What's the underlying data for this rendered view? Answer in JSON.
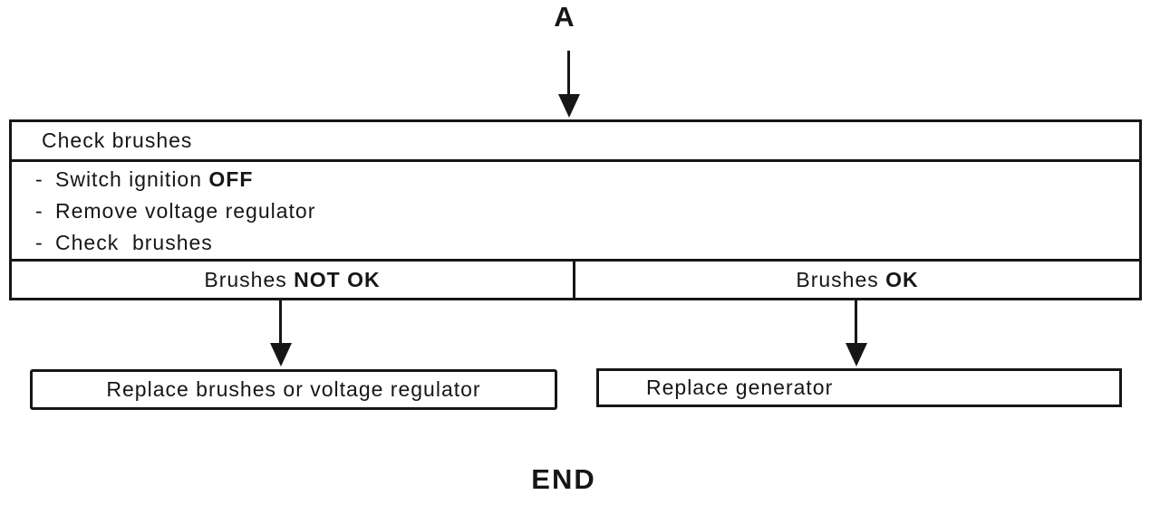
{
  "flowchart": {
    "entry_label": "A",
    "process": {
      "title": "Check brushes",
      "steps": [
        {
          "dash": "-",
          "text": "Switch ignition",
          "bold": "OFF"
        },
        {
          "dash": "-",
          "text": "Remove voltage regulator",
          "bold": ""
        },
        {
          "dash": "-",
          "text": "Check  brushes",
          "bold": ""
        }
      ]
    },
    "outcomes": [
      {
        "text": "Brushes",
        "bold": "NOT OK"
      },
      {
        "text": "Brushes",
        "bold": "OK"
      }
    ],
    "actions": [
      {
        "label": "Replace brushes or voltage regulator"
      },
      {
        "label": "Replace generator"
      }
    ],
    "end_label": "END",
    "colors": {
      "ink": "#161616",
      "background": "#ffffff"
    }
  }
}
